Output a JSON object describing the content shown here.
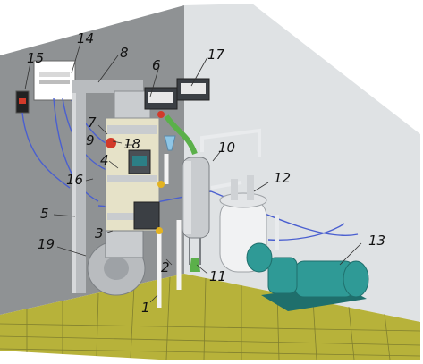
{
  "colors": {
    "wall_left": "#8f9294",
    "wall_right": "#dfe2e4",
    "floor": "#b7b23a",
    "floor_grid": "#6a6a2a",
    "equipment": "#c9cccf",
    "equipment_dark": "#8a8e92",
    "pump": "#2f9a96",
    "pump_dark": "#1f6f6c",
    "cable": "#4a5fd0",
    "hose": "#5bb04a",
    "accent_red": "#d23a2a",
    "accent_yellow": "#e3b321"
  },
  "labels": {
    "l1": "1",
    "l2": "2",
    "l3": "3",
    "l4": "4",
    "l5": "5",
    "l6": "6",
    "l7": "7",
    "l8": "8",
    "l9": "9",
    "l10": "10",
    "l11": "11",
    "l12": "12",
    "l13": "13",
    "l14": "14",
    "l15": "15",
    "l16": "16",
    "l17": "17",
    "l18": "18",
    "l19": "19"
  }
}
